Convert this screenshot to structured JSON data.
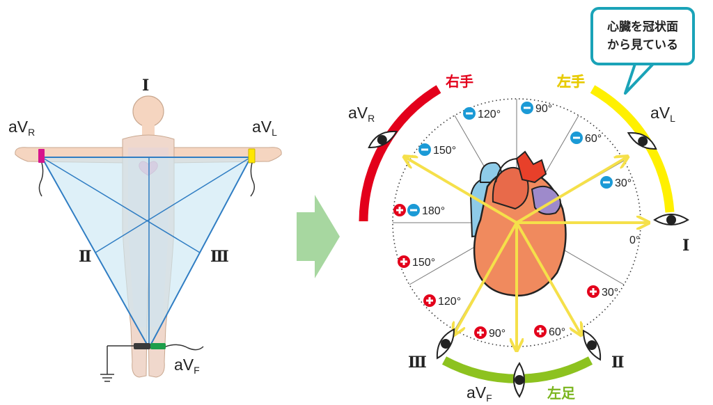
{
  "lead_labels": {
    "left_avr": {
      "main": "aV",
      "sub": "R"
    },
    "left_avl": {
      "main": "aV",
      "sub": "L"
    },
    "left_avf": {
      "main": "aV",
      "sub": "F"
    },
    "left_I": "Ⅰ",
    "left_II": "Ⅱ",
    "left_III": "Ⅲ",
    "right_avr": {
      "main": "aV",
      "sub": "R"
    },
    "right_avl": {
      "main": "aV",
      "sub": "L"
    },
    "right_avf": {
      "main": "aV",
      "sub": "F"
    },
    "right_I": "Ⅰ",
    "right_II": "Ⅱ",
    "right_III": "Ⅲ"
  },
  "limbs": {
    "right_hand": "右手",
    "left_hand": "左手",
    "left_foot": "左足"
  },
  "callout": {
    "line1": "心臓を冠状面",
    "line2": "から見ている"
  },
  "angles_negative": [
    "90°",
    "120°",
    "60°",
    "150°",
    "30°",
    "180°"
  ],
  "angles_positive": [
    "150°",
    "120°",
    "90°",
    "60°",
    "30°"
  ],
  "angle_zero": "0°",
  "colors": {
    "right_hand_arc": "#e3001b",
    "left_hand_arc": "#fff000",
    "left_foot_arc": "#8dc21f",
    "positive_badge": "#e3001b",
    "negative_badge": "#1b9ad6",
    "vector_arrow": "#fff176",
    "triangle": "#2f7dc3",
    "arrow_big": "#a7d7a0",
    "callout_border": "#1aa3b8"
  }
}
